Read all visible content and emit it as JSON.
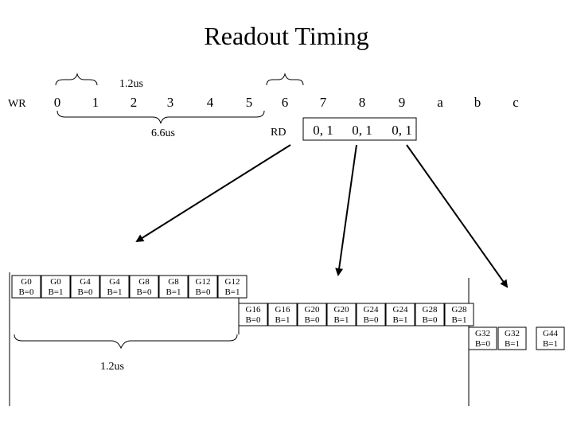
{
  "title": "Readout Timing",
  "wr": {
    "label": "WR",
    "slots": [
      "0",
      "1",
      "2",
      "3",
      "4",
      "5",
      "6",
      "7",
      "8",
      "9",
      "a",
      "b",
      "c"
    ]
  },
  "rd": {
    "label": "RD",
    "slots": [
      "0, 1",
      "0, 1",
      "0, 1"
    ]
  },
  "annotations": {
    "top_brace": "1.2us",
    "wr_brace": "6.6us",
    "bottom_brace": "1.2us"
  },
  "readout_groups": [
    {
      "cells": [
        {
          "g": "G0",
          "b": "B=0"
        },
        {
          "g": "G0",
          "b": "B=1"
        },
        {
          "g": "G4",
          "b": "B=0"
        },
        {
          "g": "G4",
          "b": "B=1"
        },
        {
          "g": "G8",
          "b": "B=0"
        },
        {
          "g": "G8",
          "b": "B=1"
        },
        {
          "g": "G12",
          "b": "B=0"
        },
        {
          "g": "G12",
          "b": "B=1"
        }
      ]
    },
    {
      "cells": [
        {
          "g": "G16",
          "b": "B=0"
        },
        {
          "g": "G16",
          "b": "B=1"
        },
        {
          "g": "G20",
          "b": "B=0"
        },
        {
          "g": "G20",
          "b": "B=1"
        },
        {
          "g": "G24",
          "b": "B=0"
        },
        {
          "g": "G24",
          "b": "B=1"
        },
        {
          "g": "G28",
          "b": "B=0"
        },
        {
          "g": "G28",
          "b": "B=1"
        }
      ]
    },
    {
      "cells": [
        {
          "g": "G32",
          "b": "B=0"
        },
        {
          "g": "G32",
          "b": "B=1"
        },
        {
          "g": "G44",
          "b": "B=1"
        }
      ]
    }
  ]
}
